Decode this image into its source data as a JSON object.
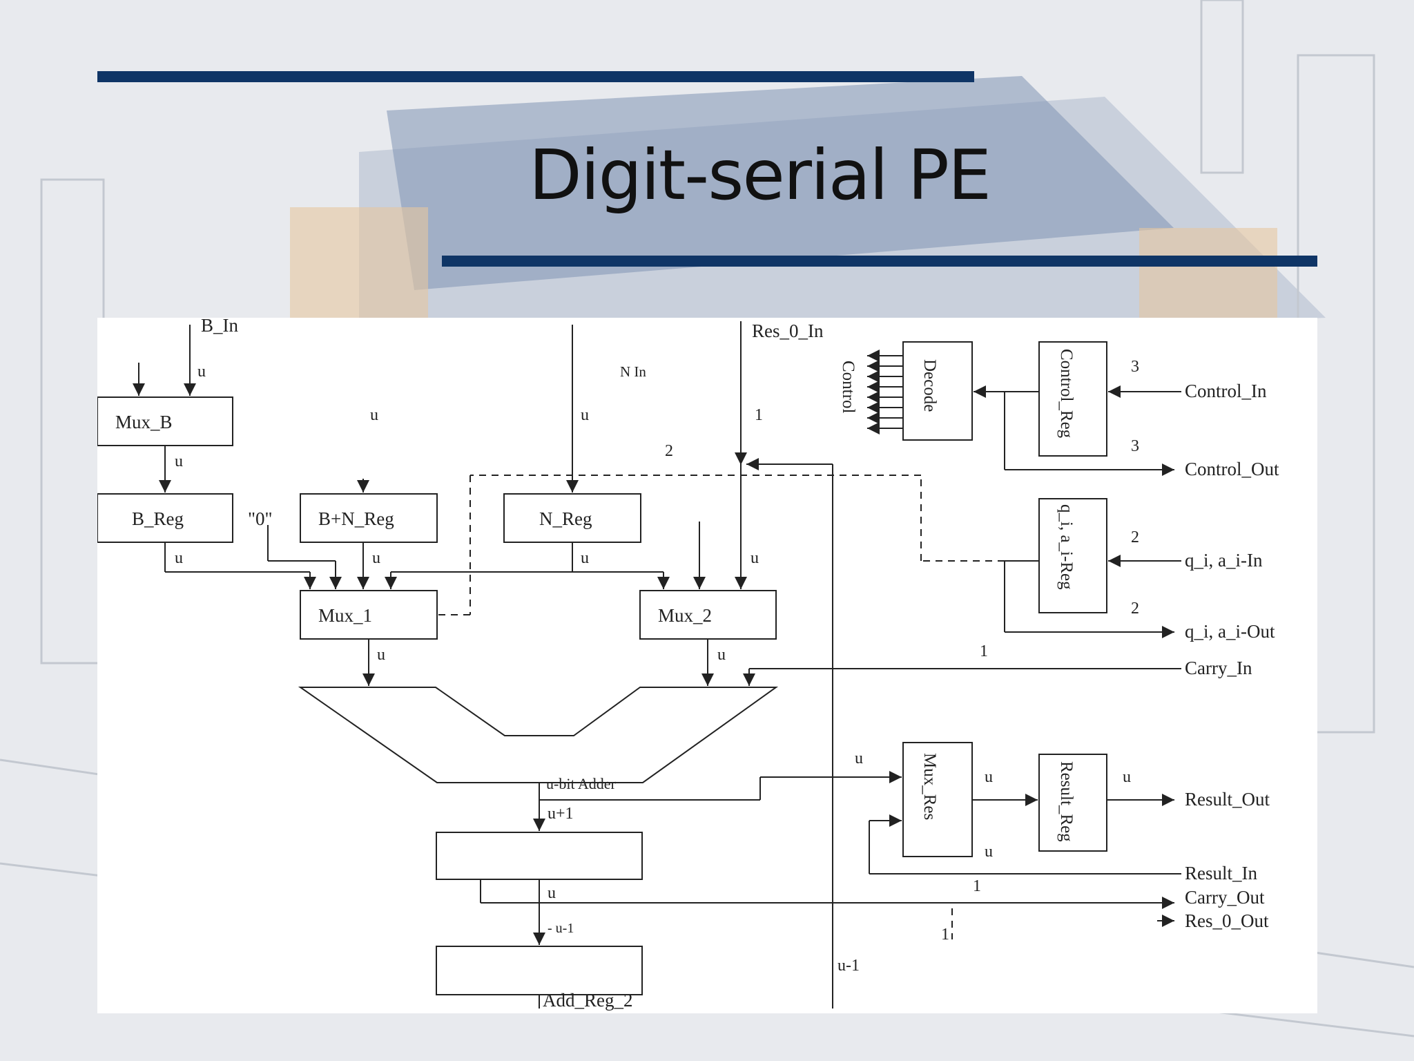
{
  "slide": {
    "title": "Digit-serial PE",
    "colors": {
      "accent_bar": "#0f3566",
      "diagram_bg": "#ffffff",
      "ink": "#222222"
    }
  },
  "diagram": {
    "blocks": {
      "mux_b": "Mux_B",
      "b_reg": "B_Reg",
      "bn_reg": "B+N_Reg",
      "n_reg": "N_Reg",
      "mux_1": "Mux_1",
      "mux_2": "Mux_2",
      "decode": "Decode",
      "control_reg": "Control_Reg",
      "qa_reg": "q_i, a_i-Reg",
      "mux_res": "Mux_Res",
      "result_reg": "Result_Reg",
      "adder": "u-bit Adder",
      "add_reg_2": "Add_Reg_2"
    },
    "signals": {
      "b_in": "B_In",
      "n_in": "N  In",
      "res_0_in": "Res_0_In",
      "control": "Control",
      "control_in": "Control_In",
      "control_out": "Control_Out",
      "qa_in": "q_i, a_i-In",
      "qa_out": "q_i, a_i-Out",
      "carry_in": "Carry_In",
      "result_out": "Result_Out",
      "result_in": "Result_In",
      "carry_out": "Carry_Out",
      "res_0_out": "Res_0_Out",
      "zero_const": "\"0\""
    },
    "widths": {
      "u": "u",
      "u_plus_1": "u+1",
      "u_minus_1": "- u-1",
      "u_minus_1_b": "u-1",
      "one": "1",
      "two": "2",
      "three": "3"
    }
  }
}
